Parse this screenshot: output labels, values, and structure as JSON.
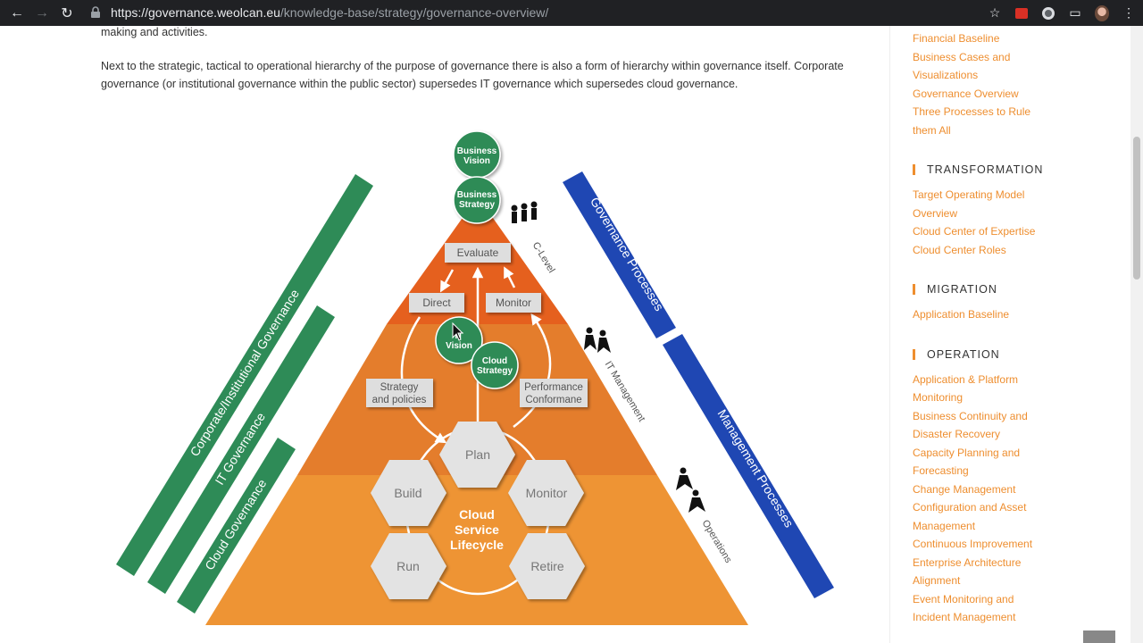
{
  "browser": {
    "url_host": "https://governance.weolcan.eu",
    "url_path": "/knowledge-base/strategy/governance-overview/"
  },
  "article": {
    "paragraph_1_tail": "making and activities.",
    "paragraph_2": "Next to the strategic, tactical to operational hierarchy of the purpose of governance there is also a form of hierarchy within governance itself. Corporate governance (or institutional governance within the public sector) supersedes IT governance which supersedes cloud governance."
  },
  "diagram": {
    "business_vision": [
      "Business",
      "Vision"
    ],
    "business_strategy": [
      "Business",
      "Strategy"
    ],
    "it_vision": [
      "IT",
      "Vision"
    ],
    "cloud_strategy": [
      "Cloud",
      "Strategy"
    ],
    "evaluate": "Evaluate",
    "direct": "Direct",
    "monitor_box": "Monitor",
    "strategy_policies": [
      "Strategy",
      "and policies"
    ],
    "performance_conformance": [
      "Performance",
      "Conformane"
    ],
    "plan": "Plan",
    "build": "Build",
    "monitor_hex": "Monitor",
    "run": "Run",
    "retire": "Retire",
    "lifecycle": [
      "Cloud",
      "Service",
      "Lifecycle"
    ],
    "c_level": "C-Level",
    "it_management": "IT Management",
    "operations": "Operations",
    "corporate_governance": "Corporate/Institutional Governance",
    "it_governance": "IT Governance",
    "cloud_governance": "Cloud Governance",
    "governance_processes": "Governance Processes",
    "management_processes": "Management Processes",
    "colors": {
      "green": "#2e8b57",
      "blue": "#1f47b3",
      "orange_top": "#e5601e",
      "orange_mid": "#e47d2c",
      "orange_bottom": "#ee9434",
      "box_fill": "#dedede",
      "hex_fill": "#e3e3e3"
    }
  },
  "sidebar": {
    "top_links": [
      "Financial Baseline",
      "Business Cases and",
      "Visualizations",
      "Governance Overview",
      "Three Processes to Rule",
      "them All"
    ],
    "transformation_title": "TRANSFORMATION",
    "transformation_links": [
      "Target Operating Model",
      "Overview",
      "Cloud Center of Expertise",
      "Cloud Center Roles"
    ],
    "migration_title": "MIGRATION",
    "migration_links": [
      "Application Baseline"
    ],
    "operation_title": "OPERATION",
    "operation_links": [
      "Application & Platform",
      "Monitoring",
      "Business Continuity and",
      "Disaster Recovery",
      "Capacity Planning and",
      "Forecasting",
      "Change Management",
      "Configuration and Asset",
      "Management",
      "Continuous Improvement",
      "Enterprise Architecture",
      "Alignment",
      "Event Monitoring and",
      "Incident Management"
    ]
  }
}
